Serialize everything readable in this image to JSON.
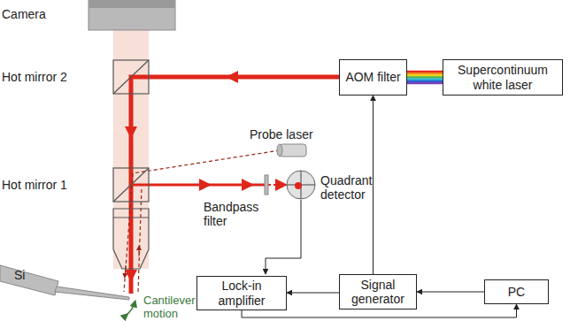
{
  "diagram": {
    "nodes": [
      {
        "text": [
          "AOM filter"
        ]
      },
      {
        "text": [
          "Supercontinuum white laser"
        ]
      },
      {
        "text": [
          "Lock-in amplifier"
        ]
      },
      {
        "text": [
          "Signal generator"
        ]
      },
      {
        "text": [
          "PC"
        ]
      }
    ],
    "edges": [
      {
        "from": 1,
        "to": 0,
        "arrow": "none"
      },
      {
        "from": 3,
        "to": 0,
        "arrow": "to"
      },
      {
        "from": 3,
        "to": 2,
        "arrow": "to"
      },
      {
        "from": 4,
        "to": 3,
        "arrow": "to"
      },
      {
        "from": 2,
        "to": 4,
        "arrow": "to"
      }
    ],
    "labels": [
      "Camera",
      "Hot mirror 2",
      "Hot mirror 1",
      "Probe laser",
      "Bandpass filter",
      "Quadrant detector",
      "Si",
      "Cantilever motion"
    ]
  }
}
